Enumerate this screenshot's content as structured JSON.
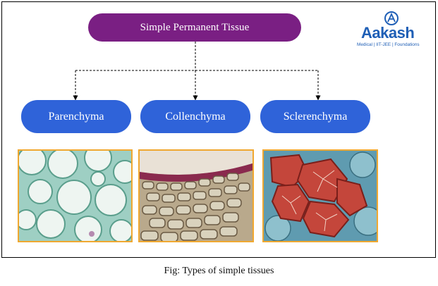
{
  "root": {
    "label": "Simple Permanent Tissue"
  },
  "children": [
    {
      "label": "Parenchyma"
    },
    {
      "label": "Collenchyma"
    },
    {
      "label": "Sclerenchyma"
    }
  ],
  "logo": {
    "name": "Aakash",
    "tagline": "Medical | IIT-JEE | Foundations"
  },
  "caption": "Fig: Types of simple tissues",
  "colors": {
    "root_fill": "#7a1f83",
    "child_fill": "#2f63d9",
    "image_border": "#f0a830",
    "logo_blue": "#1f5fb6"
  }
}
